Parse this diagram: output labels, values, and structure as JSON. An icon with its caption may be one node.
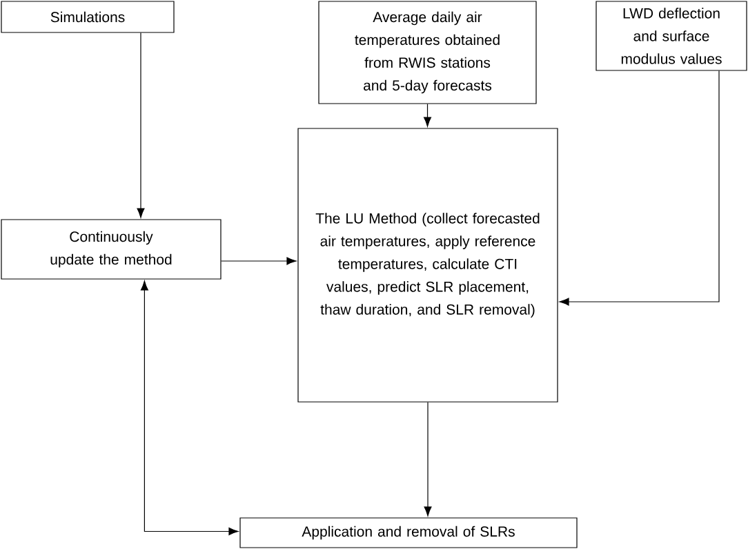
{
  "diagram": {
    "nodes": [
      {
        "text": [
          "Simulations"
        ]
      },
      {
        "text": [
          "Average daily air temperatures obtained from RWIS stations and 5-day forecasts"
        ]
      },
      {
        "text": [
          "LWD deflection and surface modulus values"
        ]
      },
      {
        "text": [
          "Continuously update the method"
        ]
      },
      {
        "text": [
          "The LU Method (collect forecasted air temperatures, apply reference temperatures, calculate CTI values, predict SLR placement, thaw duration, and SLR removal)"
        ]
      },
      {
        "text": [
          "Application and removal of SLRs"
        ]
      }
    ],
    "edges": [
      {
        "from": 0,
        "to": 3,
        "arrow": "to"
      },
      {
        "from": 1,
        "to": 4,
        "arrow": "to"
      },
      {
        "from": 3,
        "to": 4,
        "arrow": "to"
      },
      {
        "from": 2,
        "to": 4,
        "arrow": "to"
      },
      {
        "from": 4,
        "to": 5,
        "arrow": "to"
      },
      {
        "from": 3,
        "to": 5,
        "arrow": "both"
      }
    ]
  }
}
